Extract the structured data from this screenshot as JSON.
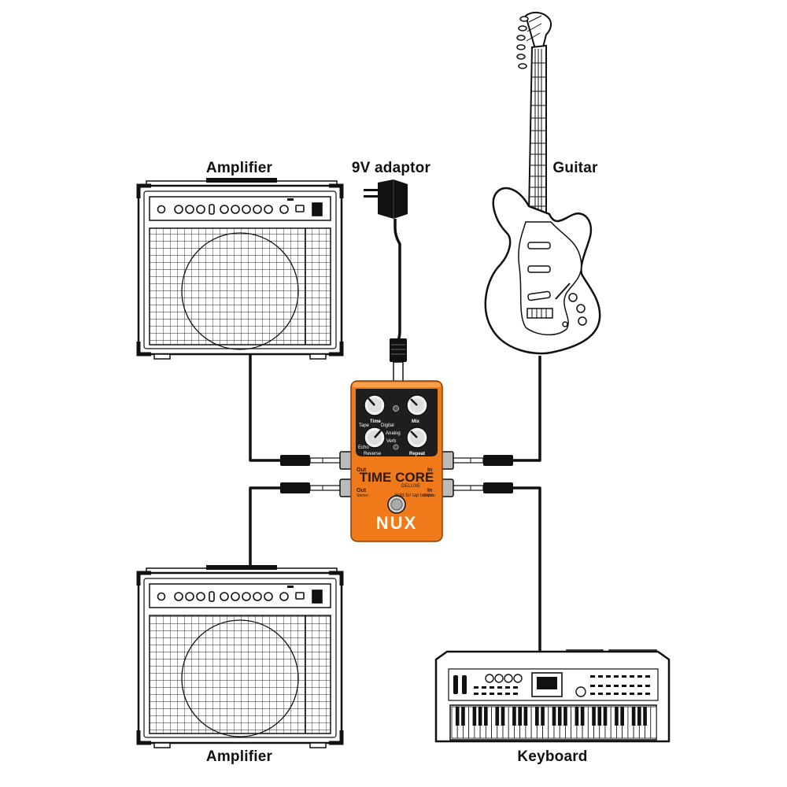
{
  "labels": {
    "amplifier_top": "Amplifier",
    "adaptor": "9V adaptor",
    "guitar": "Guitar",
    "amplifier_bottom": "Amplifier",
    "keyboard": "Keyboard"
  },
  "pedal": {
    "brand": "NUX",
    "title": "TIME CORE",
    "edition": "DELUXE",
    "footswitch_hint": "Hold for tap tempo",
    "knobs": [
      "Time",
      "Mix",
      "Repeat"
    ],
    "mode_labels": [
      "Tape",
      "Digital",
      "Analog",
      "Verb",
      "Reverse",
      "Echo"
    ],
    "jacks": {
      "out_top": "Out",
      "in_top": "In",
      "out_bottom": "Out",
      "out_bottom_sub": "Stereo",
      "in_bottom": "In",
      "in_bottom_sub": "Stereo"
    }
  },
  "colors": {
    "pedal_orange": "#f07a1a",
    "pedal_panel": "#1e1e1e",
    "cable": "#111111"
  }
}
